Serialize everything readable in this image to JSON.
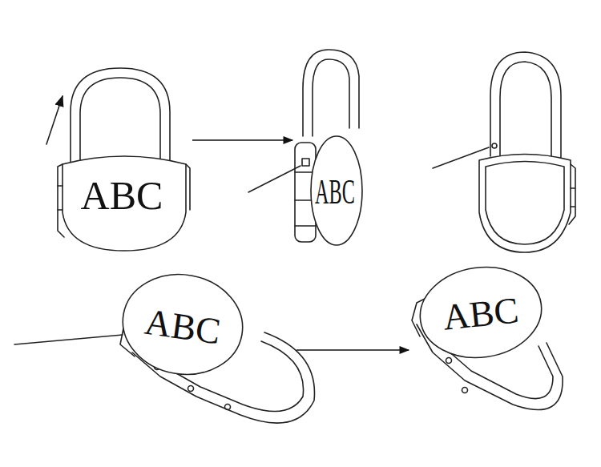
{
  "diagram": {
    "nodes": [
      {
        "text": [
          "ABC"
        ]
      },
      {
        "text": [
          "ABC"
        ]
      },
      {
        "text": [
          "ABC"
        ]
      },
      {
        "text": [
          "ABC"
        ]
      }
    ],
    "edges": [
      {
        "from": 0,
        "to": 1,
        "arrow": "to"
      },
      {
        "from": 2,
        "to": 3,
        "arrow": "to"
      }
    ]
  }
}
